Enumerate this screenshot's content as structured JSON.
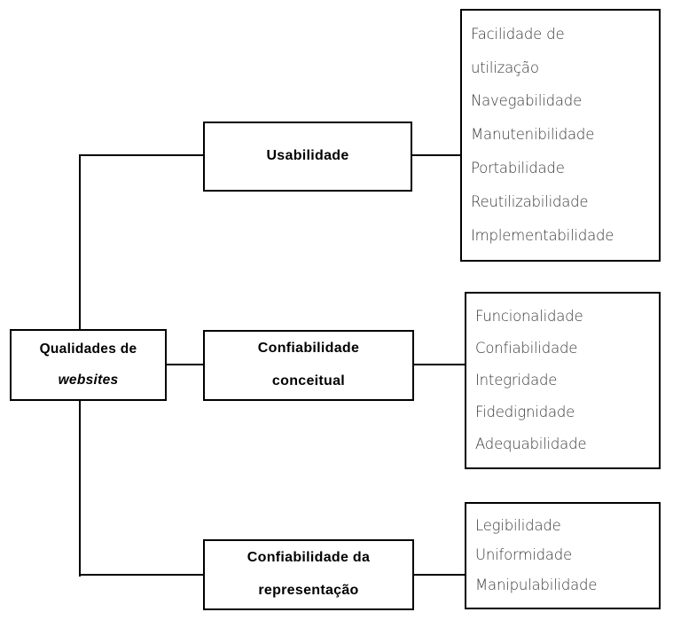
{
  "diagram": {
    "title": "Qualidades de websites",
    "type": "tree",
    "root": {
      "label_lines": [
        "Qualidades de",
        "websites"
      ],
      "italic_lines": [
        false,
        true
      ]
    },
    "branches": [
      {
        "id": "usabilidade",
        "label_lines": [
          "Usabilidade"
        ],
        "attributes": [
          "Facilidade de",
          "utilização",
          "Navegabilidade",
          "Manutenibilidade",
          "Portabilidade",
          "Reutilizabilidade",
          "Implementabilidade"
        ]
      },
      {
        "id": "confiabilidade-conceitual",
        "label_lines": [
          "Confiabilidade",
          "conceitual"
        ],
        "attributes": [
          "Funcionalidade",
          "Confiabilidade",
          "Integridade",
          "Fidedignidade",
          "Adequabilidade"
        ]
      },
      {
        "id": "confiabilidade-da-representacao",
        "label_lines": [
          "Confiabilidade da",
          "representação"
        ],
        "attributes": [
          "Legibilidade",
          "Uniformidade",
          "Manipulabilidade"
        ]
      }
    ],
    "colors": {
      "line": "#000000",
      "box_border": "#000000",
      "background": "#ffffff",
      "label_text": "#000000",
      "attribute_text": "#3a3a3a"
    }
  }
}
